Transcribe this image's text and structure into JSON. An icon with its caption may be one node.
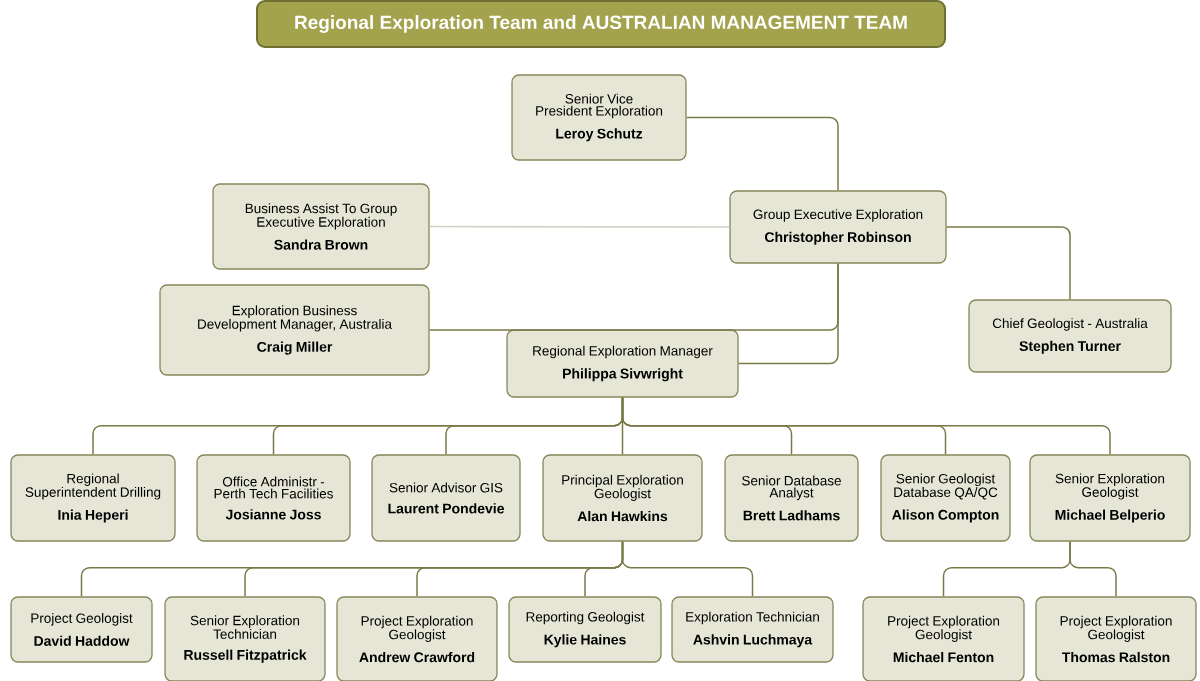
{
  "diagram": {
    "title": "Regional Exploration Team and AUSTRALIAN MANAGEMENT TEAM",
    "nodes": [
      {
        "text": [
          "Senior Vice President Exploration",
          "Leroy Schutz"
        ]
      },
      {
        "text": [
          "Business Assist To Group Executive Exploration",
          "Sandra Brown"
        ]
      },
      {
        "text": [
          "Group Executive Exploration",
          "Christopher Robinson"
        ]
      },
      {
        "text": [
          "Exploration Business Development Manager, Australia",
          "Craig Miller"
        ]
      },
      {
        "text": [
          "Chief Geologist - Australia",
          "Stephen Turner"
        ]
      },
      {
        "text": [
          "Regional Exploration Manager",
          "Philippa Sivwright"
        ]
      },
      {
        "text": [
          "Regional Superintendent Drilling",
          "Inia Heperi"
        ]
      },
      {
        "text": [
          "Office Administr - Perth Tech Facilities",
          "Josianne Joss"
        ]
      },
      {
        "text": [
          "Senior Advisor GIS",
          "Laurent Pondevie"
        ]
      },
      {
        "text": [
          "Principal Exploration Geologist",
          "Alan Hawkins"
        ]
      },
      {
        "text": [
          "Senior Database Analyst",
          "Brett Ladhams"
        ]
      },
      {
        "text": [
          "Senior Geologist Database QA/QC",
          "Alison Compton"
        ]
      },
      {
        "text": [
          "Senior Exploration Geologist",
          "Michael Belperio"
        ]
      },
      {
        "text": [
          "Project Geologist",
          "David Haddow"
        ]
      },
      {
        "text": [
          "Senior Exploration Technician",
          "Russell Fitzpatrick"
        ]
      },
      {
        "text": [
          "Project Exploration Geologist",
          "Andrew Crawford"
        ]
      },
      {
        "text": [
          "Reporting Geologist",
          "Kylie Haines"
        ]
      },
      {
        "text": [
          "Exploration Technician",
          "Ashvin Luchmaya"
        ]
      },
      {
        "text": [
          "Project Exploration Geologist",
          "Michael Fenton"
        ]
      },
      {
        "text": [
          "Project Exploration Geologist",
          "Thomas Ralston"
        ]
      }
    ],
    "edges": [
      {
        "from": 0,
        "to": 2,
        "arrow": "none"
      },
      {
        "from": 2,
        "to": 1,
        "arrow": "none",
        "color": "#cfcfc4"
      },
      {
        "from": 2,
        "to": 3,
        "arrow": "none"
      },
      {
        "from": 2,
        "to": 5,
        "arrow": "none"
      },
      {
        "from": 2,
        "to": 4,
        "arrow": "none"
      },
      {
        "from": 5,
        "to": 6,
        "arrow": "none"
      },
      {
        "from": 5,
        "to": 7,
        "arrow": "none"
      },
      {
        "from": 5,
        "to": 8,
        "arrow": "none"
      },
      {
        "from": 5,
        "to": 9,
        "arrow": "none"
      },
      {
        "from": 5,
        "to": 10,
        "arrow": "none"
      },
      {
        "from": 5,
        "to": 11,
        "arrow": "none"
      },
      {
        "from": 5,
        "to": 12,
        "arrow": "none"
      },
      {
        "from": 9,
        "to": 13,
        "arrow": "none"
      },
      {
        "from": 9,
        "to": 14,
        "arrow": "none"
      },
      {
        "from": 9,
        "to": 15,
        "arrow": "none"
      },
      {
        "from": 9,
        "to": 16,
        "arrow": "none"
      },
      {
        "from": 9,
        "to": 17,
        "arrow": "none"
      },
      {
        "from": 12,
        "to": 18,
        "arrow": "none"
      },
      {
        "from": 12,
        "to": 19,
        "arrow": "none"
      }
    ]
  }
}
